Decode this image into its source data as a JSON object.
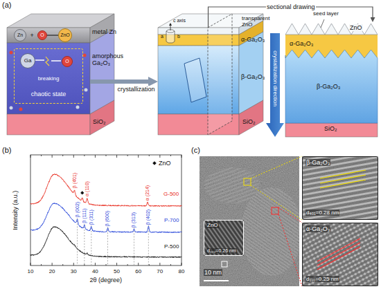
{
  "diagram": {
    "nodes": [
      {
        "text": [
          "metal Zn"
        ]
      },
      {
        "text": [
          "Zn"
        ],
        "in": 0
      },
      {
        "text": [
          "O"
        ],
        "in": 0
      },
      {
        "text": [
          "ZnO"
        ],
        "in": 0
      },
      {
        "text": [
          "amorphous Ga₂O₃"
        ]
      },
      {
        "text": [
          "breaking",
          "chaotic state"
        ],
        "in": 4
      },
      {
        "text": [
          "Ga"
        ],
        "in": 5
      },
      {
        "text": [
          "O"
        ],
        "in": 5
      },
      {
        "text": [
          "SiO₂"
        ]
      },
      {
        "text": [
          "transparent ZnO"
        ]
      },
      {
        "text": [
          "α-Ga₂O₃"
        ]
      },
      {
        "text": [
          "β-Ga₂O₃"
        ]
      },
      {
        "text": [
          "SiO₂"
        ]
      },
      {
        "text": [
          "ZnO"
        ]
      },
      {
        "text": [
          "α-Ga₂O₃"
        ]
      },
      {
        "text": [
          "β-Ga₂O₃"
        ]
      },
      {
        "text": [
          "SiO₂"
        ]
      },
      {
        "text": [
          "10 nm"
        ]
      },
      {
        "text": [
          "ZnO",
          "d₀₀₂=0.26 nm"
        ],
        "in": 17
      },
      {
        "text": [
          "β-Ga₂O₃",
          "d₄₀₁=0.28 nm"
        ]
      },
      {
        "text": [
          "α-Ga₂O₃",
          "d₁₁₀=0.25 nm"
        ]
      }
    ],
    "edges": [
      {
        "from": 4,
        "to": 11,
        "label": "crystallization",
        "arrow": "to"
      },
      {
        "from": 9,
        "to": 13,
        "label": "sectional drawing",
        "arrow": "to"
      }
    ],
    "labels": [
      "(a)",
      "+",
      "c axis",
      "b",
      "a",
      "seed layer",
      "crystallization direction",
      "(b)",
      "Intensity (a.u.)",
      "10",
      "20",
      "30",
      "40",
      "50",
      "60",
      "70",
      "80",
      "2θ (degree)",
      "G-500",
      "P-700",
      "P-500",
      "β (4̄01)",
      "α (110)",
      "α (214)",
      "β (002)",
      "β (111)",
      "β (311)",
      "β (600)",
      "β (313)",
      "β (402)",
      "(c)"
    ],
    "legend": [
      {
        "text": "ZnO"
      }
    ]
  }
}
